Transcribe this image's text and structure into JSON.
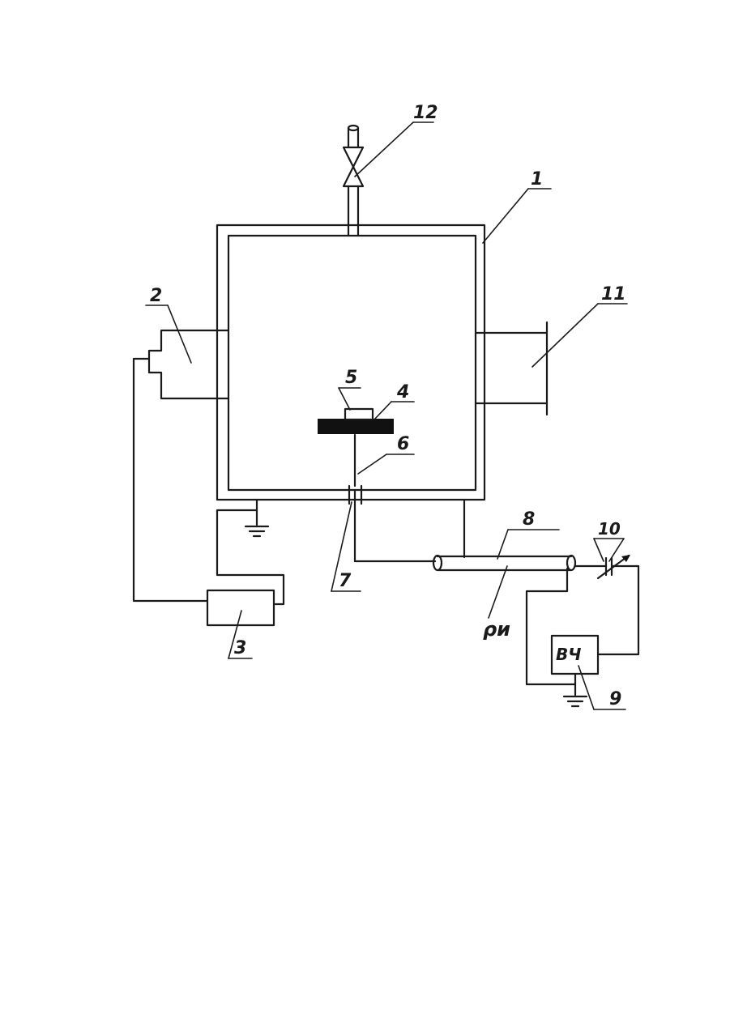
{
  "labels": {
    "n1": "1",
    "n2": "2",
    "n3": "3",
    "n4": "4",
    "n5": "5",
    "n6": "6",
    "n7": "7",
    "n8": "8",
    "n9": "9",
    "n10": "10",
    "n11": "11",
    "n12": "12",
    "rho": "ρи",
    "box9": "ВЧ"
  }
}
